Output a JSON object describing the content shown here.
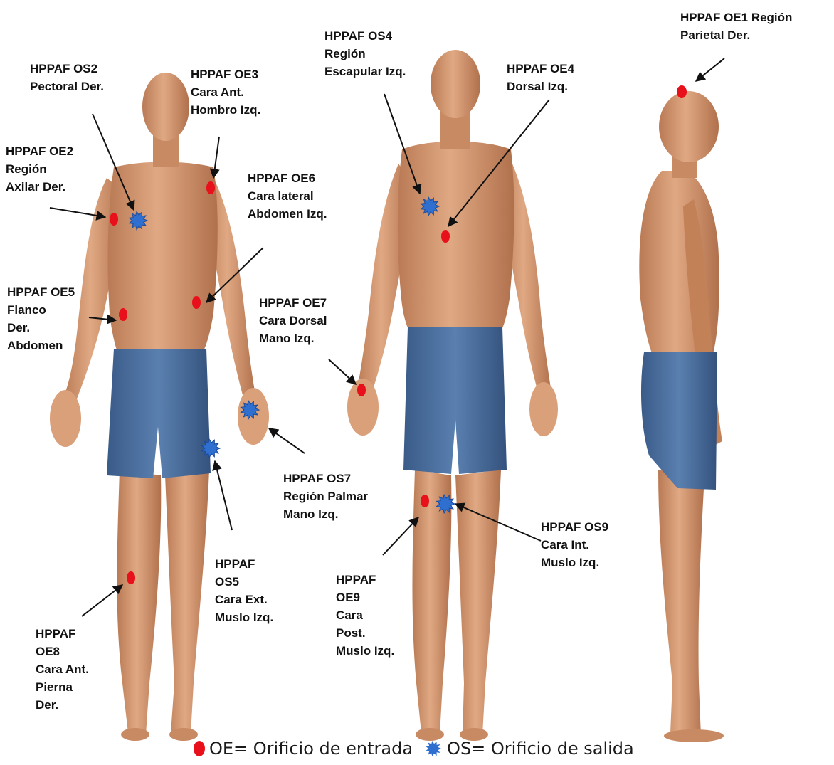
{
  "colors": {
    "skin": "#d9a07a",
    "skin_shadow": "#b77a55",
    "shorts": "#4a6e9c",
    "shorts_shadow": "#35527a",
    "entry": "#e8101a",
    "exit": "#2f6fd0",
    "arrow": "#111111"
  },
  "labels": {
    "os2": [
      "HPPAF  OS2",
      "Pectoral Der."
    ],
    "oe3": [
      "HPPAF  OE3",
      "Cara Ant.",
      "Hombro Izq."
    ],
    "oe2": [
      "HPPAF OE2",
      "Región",
      "Axilar Der."
    ],
    "oe6": [
      "HPPAF OE6",
      "Cara lateral",
      "Abdomen Izq."
    ],
    "oe5": [
      "HPPAF OE5",
      "Flanco",
      "Der.",
      "Abdomen"
    ],
    "oe7": [
      "HPPAF OE7",
      "Cara Dorsal",
      "Mano Izq."
    ],
    "os7": [
      "HPPAF OS7",
      "Región Palmar",
      "Mano Izq."
    ],
    "os5": [
      "HPPAF",
      "OS5",
      "Cara Ext.",
      "Muslo Izq."
    ],
    "oe8": [
      "HPPAF",
      "OE8",
      "Cara Ant.",
      "Pierna",
      "Der."
    ],
    "os4": [
      "HPPAF OS4",
      "Región",
      "Escapular Izq."
    ],
    "oe4": [
      "HPPAF OE4",
      "Dorsal Izq."
    ],
    "oe1": [
      "HPPAF   OE1 Región",
      "Parietal Der."
    ],
    "os9": [
      "HPPAF OS9",
      "Cara Int.",
      "Muslo Izq."
    ],
    "oe9": [
      "HPPAF",
      "OE9",
      "Cara",
      "Post.",
      "Muslo Izq."
    ]
  },
  "legend": {
    "entry_text": "OE= Orificio de entrada",
    "exit_text": "OS= Orificio de salida"
  }
}
